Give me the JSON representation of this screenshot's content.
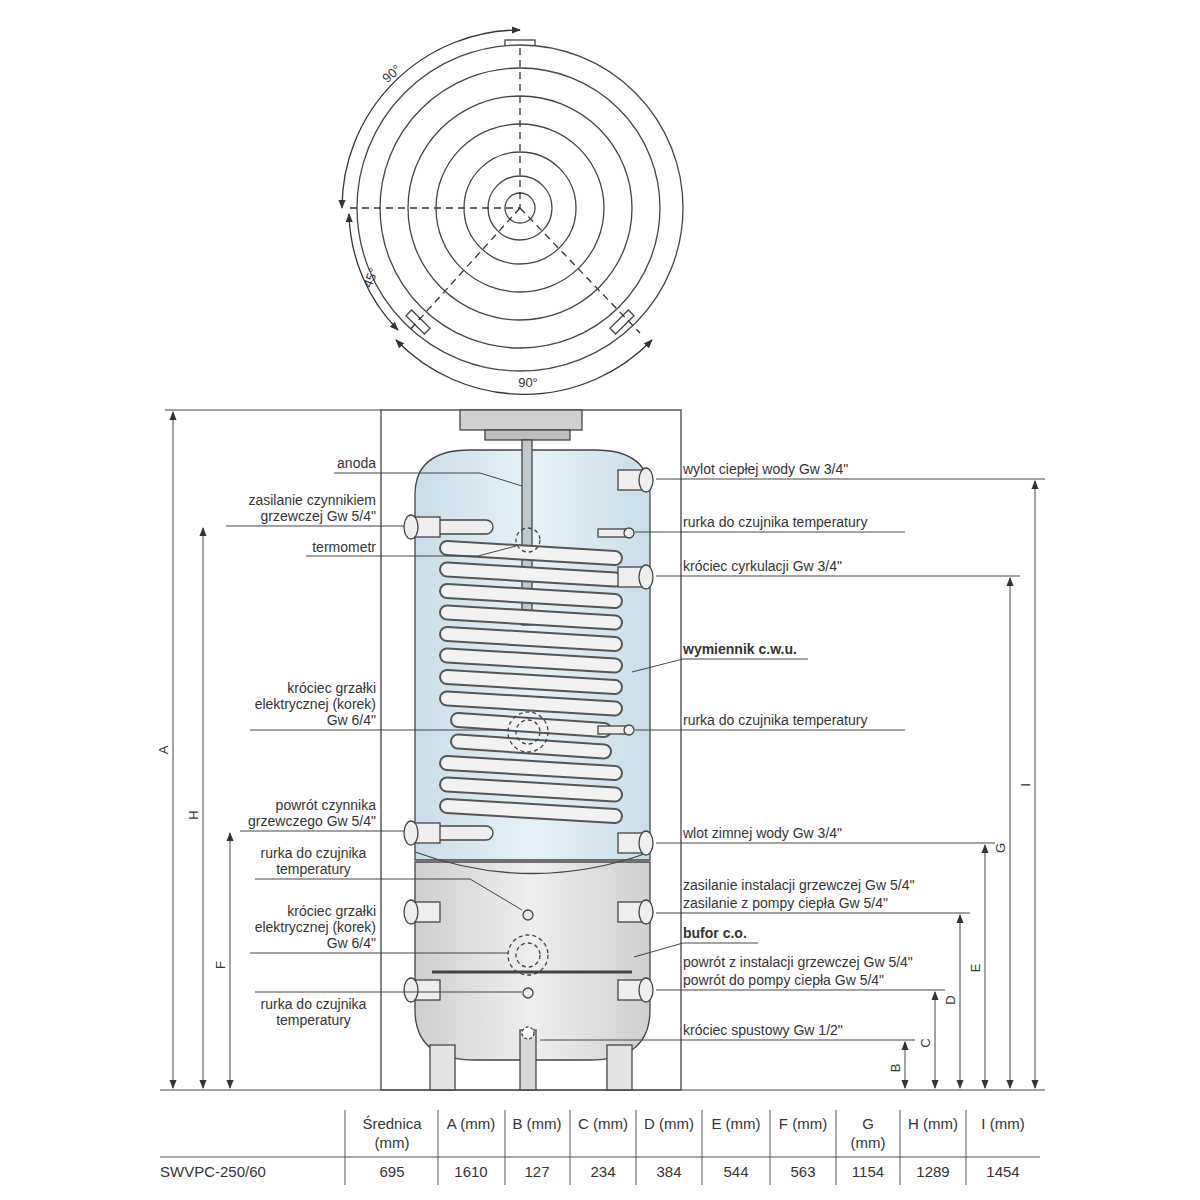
{
  "diagram": {
    "labels": [
      "90°",
      "45°",
      "90°",
      "anoda",
      "zasilanie czynnikiem grzewczej Gw 5/4\"",
      "termometr",
      "króciec grzałki elektrycznej (korek) Gw 6/4\"",
      "powrót czynnika grzewczego Gw 5/4\"",
      "rurka do czujnika temperatury",
      "króciec grzałki elektrycznej (korek) Gw 6/4\"",
      "rurka do czujnika temperatury",
      "wylot ciepłej wody Gw 3/4\"",
      "rurka do czujnika temperatury",
      "króciec cyrkulacji Gw 3/4\"",
      "wymiennik c.w.u.",
      "rurka do czujnika temperatury",
      "wlot zimnej wody Gw 3/4\"",
      "zasilanie instalacji grzewczej Gw 5/4\"",
      "zasilanie z pompy ciepła Gw 5/4\"",
      "bufor c.o.",
      "powrót z instalacji grzewczej Gw 5/4\"",
      "powrót do pompy ciepła Gw 5/4\"",
      "króciec spustowy Gw 1/2\"",
      "A",
      "H",
      "F",
      "I",
      "G",
      "E",
      "D",
      "C",
      "B",
      "Średnica (mm)",
      "A (mm)",
      "B (mm)",
      "C (mm)",
      "D (mm)",
      "E (mm)",
      "F (mm)",
      "G (mm)",
      "H (mm)",
      "I (mm)",
      "SWVPC-250/60",
      "695",
      "1610",
      "127",
      "234",
      "384",
      "544",
      "563",
      "1154",
      "1289",
      "1454"
    ]
  }
}
